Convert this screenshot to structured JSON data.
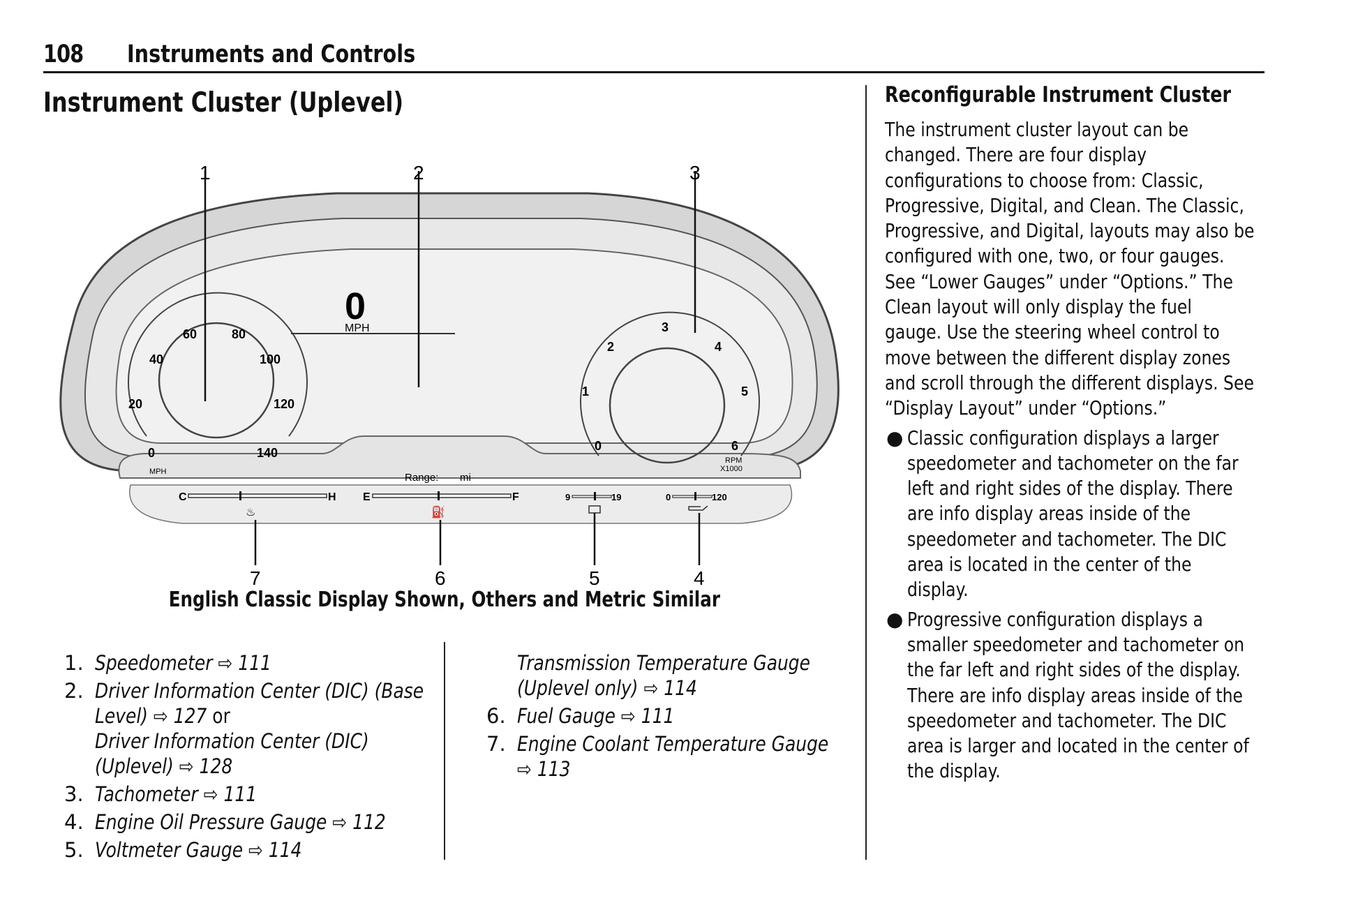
{
  "header": {
    "page_number": "108",
    "section": "Instruments and Controls"
  },
  "main": {
    "heading": "Instrument Cluster (Uplevel)",
    "caption": "English Classic Display Shown, Others and Metric Similar"
  },
  "figure": {
    "callouts": [
      "1",
      "2",
      "3",
      "7",
      "6",
      "5",
      "4"
    ],
    "speedometer": {
      "ticks": [
        "0",
        "20",
        "40",
        "60",
        "80",
        "100",
        "120",
        "140"
      ],
      "unit": "MPH"
    },
    "tachometer": {
      "ticks": [
        "0",
        "1",
        "2",
        "3",
        "4",
        "5",
        "6"
      ],
      "unit": "RPM",
      "multiplier": "X1000"
    },
    "center_display": {
      "speed_value": "0",
      "speed_unit": "MPH",
      "range_label": "Range:",
      "range_unit": "mi"
    },
    "coolant_gauge": {
      "low": "C",
      "high": "H"
    },
    "fuel_gauge": {
      "low": "E",
      "high": "F"
    },
    "volt_gauge": {
      "low": "9",
      "high": "19"
    },
    "oil_gauge": {
      "low": "0",
      "high": "120"
    }
  },
  "callout_list": [
    {
      "num": "1.",
      "lines": [
        {
          "text": "Speedometer",
          "ref": "111"
        }
      ]
    },
    {
      "num": "2.",
      "lines": [
        {
          "text": "Driver Information Center (DIC) (Base",
          "ref": ""
        },
        {
          "text": "Level)",
          "ref": "127",
          "suffix": " or"
        },
        {
          "text": "Driver Information Center (DIC)",
          "ref": ""
        },
        {
          "text": "(Uplevel)",
          "ref": "128"
        }
      ]
    },
    {
      "num": "3.",
      "lines": [
        {
          "text": "Tachometer",
          "ref": "111"
        }
      ]
    },
    {
      "num": "4.",
      "lines": [
        {
          "text": "Engine Oil Pressure Gauge",
          "ref": "112"
        }
      ]
    },
    {
      "num": "5.",
      "lines": [
        {
          "text": "Voltmeter Gauge",
          "ref": "114"
        }
      ]
    }
  ],
  "callout_list_2": [
    {
      "num": "",
      "lines": [
        {
          "text": "Transmission Temperature Gauge",
          "ref": ""
        },
        {
          "text": "(Uplevel only)",
          "ref": "114"
        }
      ]
    },
    {
      "num": "6.",
      "lines": [
        {
          "text": "Fuel Gauge",
          "ref": "111"
        }
      ]
    },
    {
      "num": "7.",
      "lines": [
        {
          "text": "Engine Coolant Temperature Gauge",
          "ref": ""
        },
        {
          "text": "",
          "ref": "113"
        }
      ]
    }
  ],
  "right": {
    "heading": "Reconfigurable Instrument Cluster",
    "paragraph_lines": [
      "The instrument cluster layout can be",
      "changed. There are four display",
      "configurations to choose from: Classic,",
      "Progressive, Digital, and Clean. The Classic,",
      "Progressive, and Digital, layouts may also be",
      "configured with one, two, or four gauges.",
      "See “Lower Gauges” under “Options.” The",
      "Clean layout will only display the fuel",
      "gauge. Use the steering wheel control to",
      "move between the different display zones",
      "and scroll through the different displays. See",
      "“Display Layout” under “Options.”"
    ],
    "bullets": [
      [
        "Classic configuration displays a larger",
        "speedometer and tachometer on the far",
        "left and right sides of the display. There",
        "are info display areas inside of the",
        "speedometer and tachometer. The DIC",
        "area is located in the center of the",
        "display."
      ],
      [
        "Progressive configuration displays a",
        "smaller speedometer and tachometer on",
        "the far left and right sides of the display.",
        "There are info display areas inside of the",
        "speedometer and tachometer. The DIC",
        "area is larger and located in the center of",
        "the display."
      ]
    ]
  }
}
